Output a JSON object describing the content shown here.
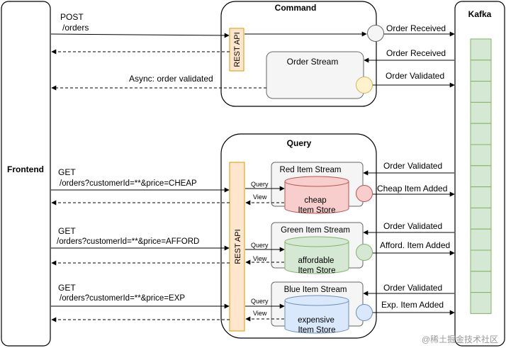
{
  "frontend": {
    "title": "Frontend"
  },
  "kafka": {
    "title": "Kafka"
  },
  "command": {
    "title": "Command",
    "rest_api": "REST API",
    "order_stream": "Order Stream",
    "request": {
      "method": "POST",
      "path": "/orders"
    },
    "async_label": "Async: order validated",
    "kafka_out_received": "Order Received",
    "kafka_in_received": "Order Received",
    "kafka_out_validated": "Order Validated"
  },
  "query": {
    "title": "Query",
    "rest_api": "REST API",
    "query_label": "Query",
    "view_label": "View",
    "streams": [
      {
        "stream": "Red Item Stream",
        "store_line1": "cheap",
        "store_line2": "Item Store",
        "method": "GET",
        "path": "/orders?customerId=**&price=CHEAP",
        "kafka_in": "Order Validated",
        "kafka_out": "Cheap Item Added"
      },
      {
        "stream": "Green Item Stream",
        "store_line1": "affordable",
        "store_line2": "Item Store",
        "method": "GET",
        "path": "/orders?customerId=**&price=AFFORD",
        "kafka_in": "Order Validated",
        "kafka_out": "Afford. Item Added"
      },
      {
        "stream": "Blue Item Stream",
        "store_line1": "expensive",
        "store_line2": "Item Store",
        "method": "GET",
        "path": "/orders?customerId=**&price=EXP",
        "kafka_in": "Order Validated",
        "kafka_out": "Exp. Item Added"
      }
    ]
  },
  "watermark": "@稀土掘金技术社区",
  "colors": {
    "red_fill": "#f8cecc",
    "red_stroke": "#b85450",
    "green_fill": "#d5e8d4",
    "green_stroke": "#82b366",
    "blue_fill": "#dae8fc",
    "blue_stroke": "#6c8ebf",
    "yellow_fill": "#fff2cc",
    "yellow_stroke": "#d6b656",
    "rest_fill": "#ffe6cc",
    "rest_stroke": "#d79b00",
    "kafka_fill": "#d5e8d4",
    "kafka_stroke": "#82b366",
    "gray_fill": "#f5f5f5",
    "gray_stroke": "#666666"
  }
}
